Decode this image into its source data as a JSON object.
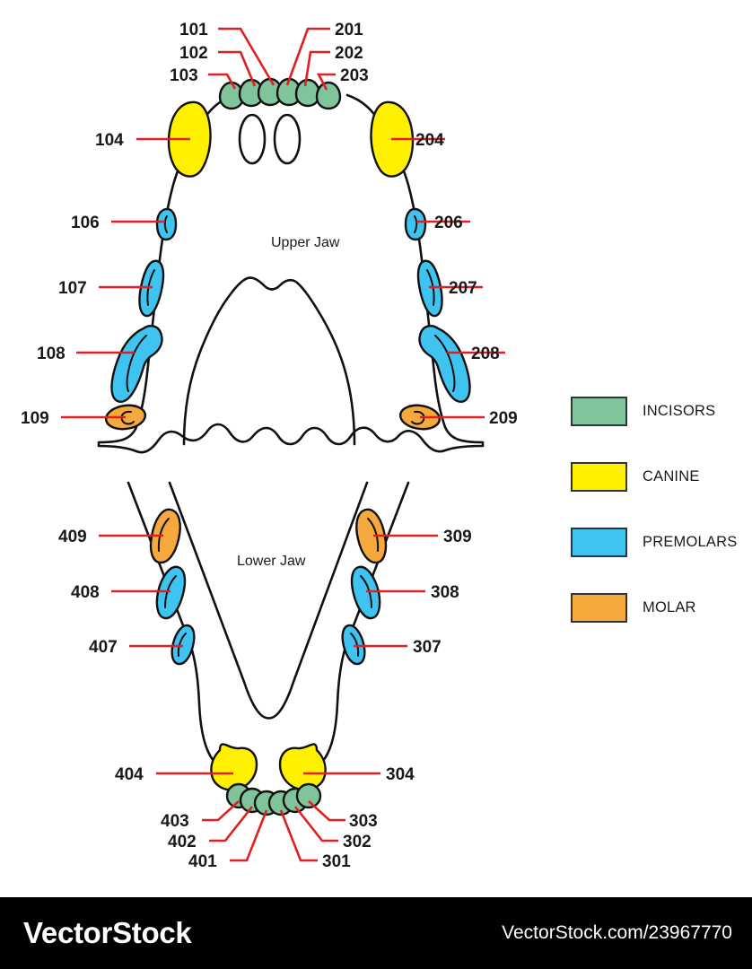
{
  "diagram": {
    "upper_jaw_label": "Upper Jaw",
    "lower_jaw_label": "Lower Jaw"
  },
  "colors": {
    "incisors": "#7FC49B",
    "canine": "#FFF000",
    "premolars": "#3FC3F0",
    "molar": "#F5A83C",
    "leader": "#E02020",
    "outline": "#111111",
    "label_text": "#1A1A1A",
    "footer_bg": "#000000",
    "footer_text": "#FFFFFF"
  },
  "legend": {
    "items": [
      {
        "label": "INCISORS",
        "color": "#7FC49B"
      },
      {
        "label": "CANINE",
        "color": "#FFF000"
      },
      {
        "label": "PREMOLARS",
        "color": "#3FC3F0"
      },
      {
        "label": "MOLAR",
        "color": "#F5A83C"
      }
    ]
  },
  "labels": {
    "upper_left": [
      "101",
      "102",
      "103",
      "104",
      "106",
      "107",
      "108",
      "109"
    ],
    "upper_right": [
      "201",
      "202",
      "203",
      "204",
      "206",
      "207",
      "208",
      "209"
    ],
    "lower_right": [
      "301",
      "302",
      "303",
      "304",
      "307",
      "308",
      "309"
    ],
    "lower_left": [
      "401",
      "402",
      "403",
      "404",
      "407",
      "408",
      "409"
    ],
    "l101": "101",
    "l102": "102",
    "l103": "103",
    "l104": "104",
    "l106": "106",
    "l107": "107",
    "l108": "108",
    "l109": "109",
    "l201": "201",
    "l202": "202",
    "l203": "203",
    "l204": "204",
    "l206": "206",
    "l207": "207",
    "l208": "208",
    "l209": "209",
    "l301": "301",
    "l302": "302",
    "l303": "303",
    "l304": "304",
    "l307": "307",
    "l308": "308",
    "l309": "309",
    "l401": "401",
    "l402": "402",
    "l403": "403",
    "l404": "404",
    "l407": "407",
    "l408": "408",
    "l409": "409"
  },
  "footer": {
    "brand": "VectorStock",
    "url": "VectorStock.com/23967770"
  }
}
